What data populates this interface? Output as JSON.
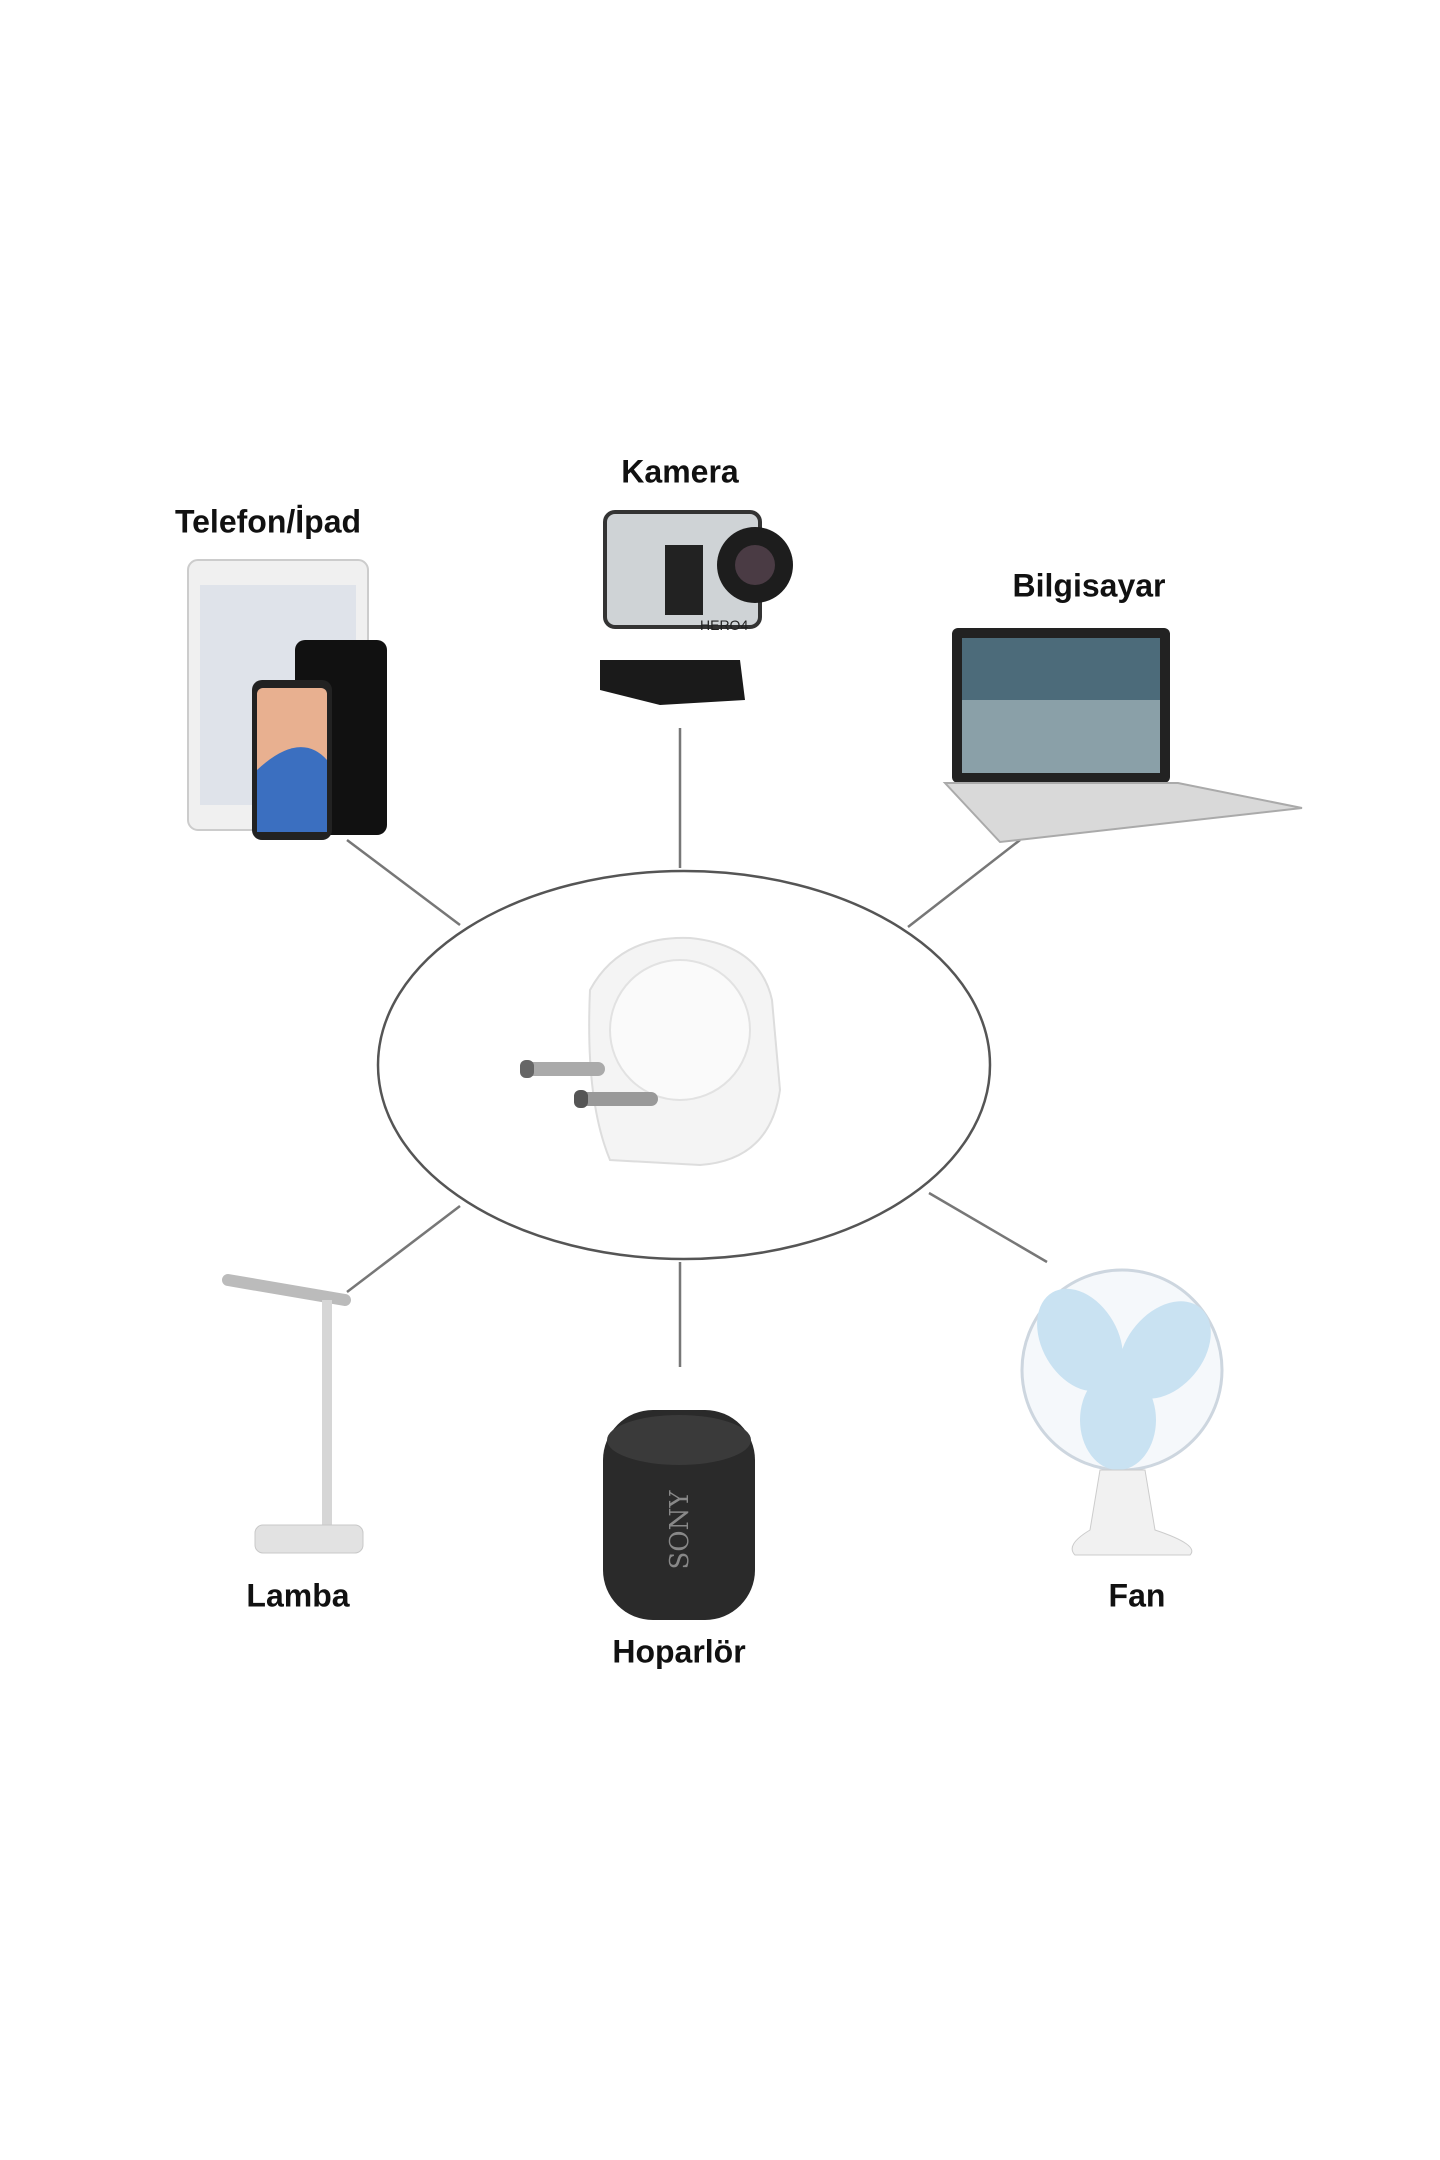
{
  "center": {
    "name": "plug-adapter"
  },
  "devices": [
    {
      "label": "Telefon/İpad"
    },
    {
      "label": "Kamera"
    },
    {
      "label": "Bilgisayar"
    },
    {
      "label": "Lamba"
    },
    {
      "label": "Hoparlör"
    },
    {
      "label": "Fan"
    }
  ],
  "speaker_brand": "SONY",
  "camera_model": "HERO4"
}
